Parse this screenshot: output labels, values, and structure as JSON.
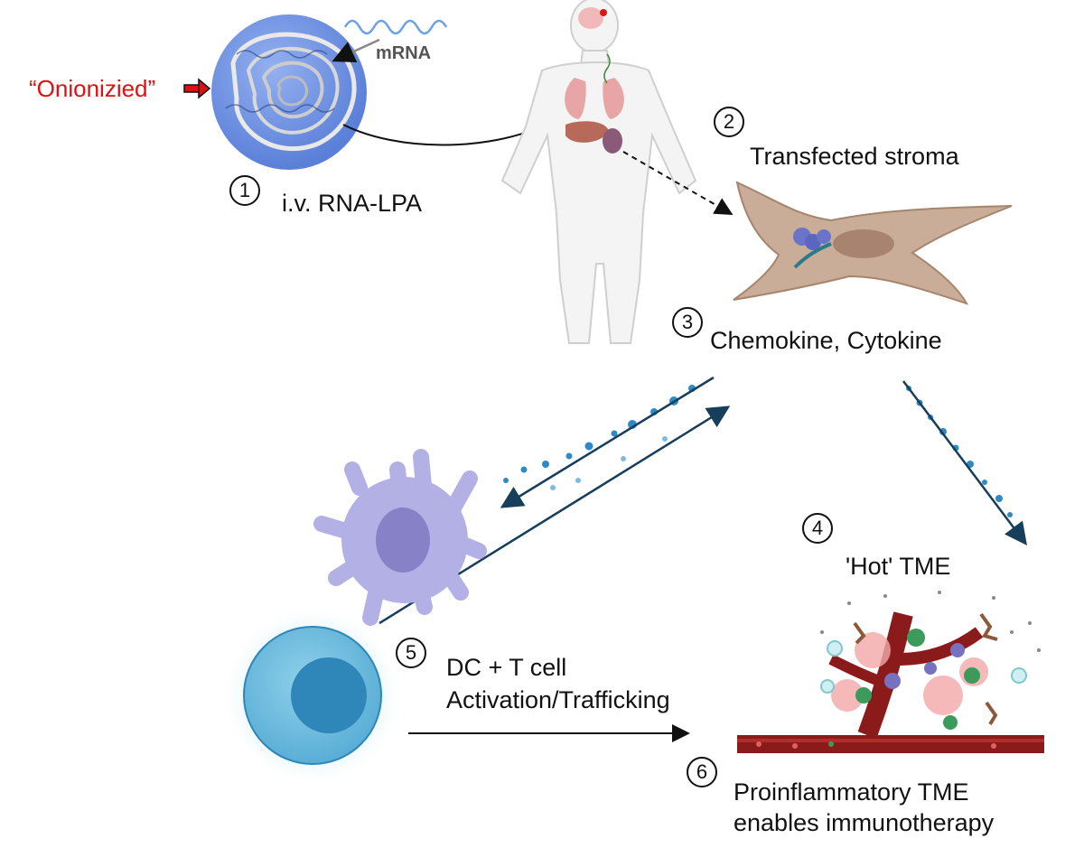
{
  "labels": {
    "onionized": "“Onionizied”",
    "mrna": "mRNA",
    "step1": "i.v. RNA-LPA",
    "step2": "Transfected stroma",
    "step3": "Chemokine, Cytokine",
    "step4": "'Hot' TME",
    "step5_line1": "DC + T cell",
    "step5_line2": "Activation/Trafficking",
    "step6_line1": "Proinflammatory TME",
    "step6_line2": "enables immunotherapy"
  },
  "step_numbers": [
    "1",
    "2",
    "3",
    "4",
    "5",
    "6"
  ],
  "colors": {
    "lpa_particle": "#6b8fe0",
    "stroma_cell": "#c9ad98",
    "dendritic_cell": "#b3b0e6",
    "t_cell": "#5aaed6",
    "blood_vessel": "#8b1a1a",
    "chemokine_dots": "#2e8ac6",
    "onionized_text": "#e01010"
  }
}
